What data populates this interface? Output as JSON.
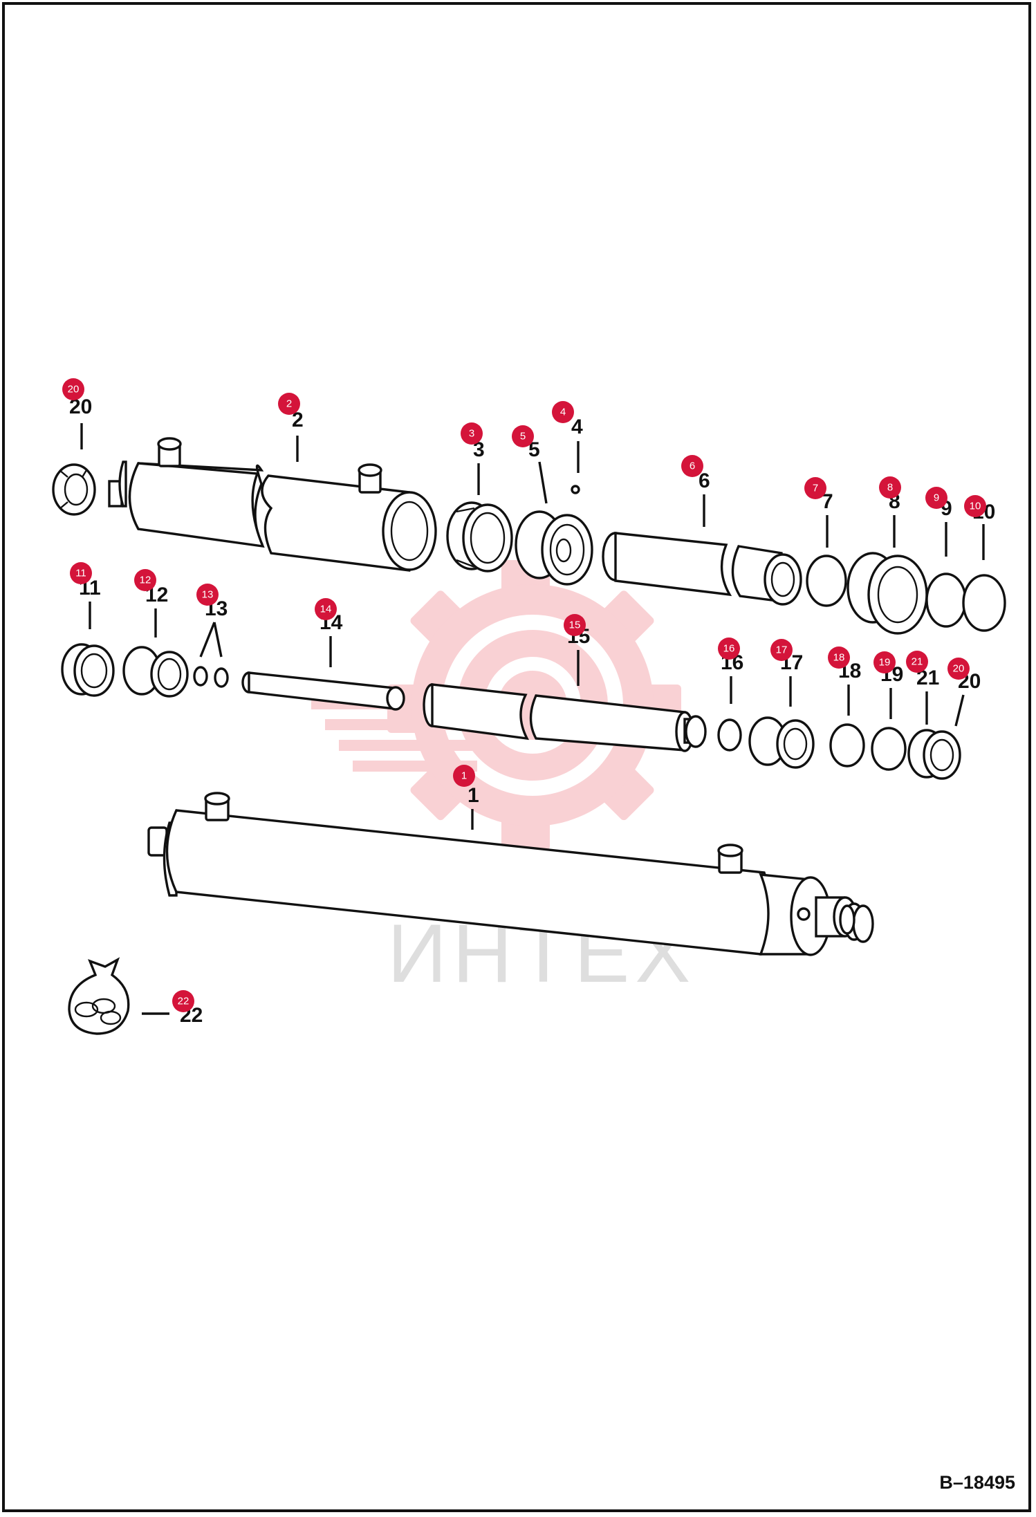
{
  "drawing": {
    "number": "B–18495",
    "watermark_text": "ИНТЕХ",
    "accent_color": "#d4143a"
  },
  "callouts": [
    {
      "id": "c20a",
      "label": "20",
      "badge": "20"
    },
    {
      "id": "c2",
      "label": "2",
      "badge": "2"
    },
    {
      "id": "c3",
      "label": "3",
      "badge": "3"
    },
    {
      "id": "c4",
      "label": "4",
      "badge": "4"
    },
    {
      "id": "c5",
      "label": "5",
      "badge": "5"
    },
    {
      "id": "c6",
      "label": "6",
      "badge": "6"
    },
    {
      "id": "c7",
      "label": "7",
      "badge": "7"
    },
    {
      "id": "c8",
      "label": "8",
      "badge": "8"
    },
    {
      "id": "c9",
      "label": "9",
      "badge": "9"
    },
    {
      "id": "c10",
      "label": "10",
      "badge": "10"
    },
    {
      "id": "c11",
      "label": "11",
      "badge": "11"
    },
    {
      "id": "c12",
      "label": "12",
      "badge": "12"
    },
    {
      "id": "c13",
      "label": "13",
      "badge": "13"
    },
    {
      "id": "c14",
      "label": "14",
      "badge": "14"
    },
    {
      "id": "c15",
      "label": "15",
      "badge": "15"
    },
    {
      "id": "c16",
      "label": "16",
      "badge": "16"
    },
    {
      "id": "c17",
      "label": "17",
      "badge": "17"
    },
    {
      "id": "c18",
      "label": "18",
      "badge": "18"
    },
    {
      "id": "c19",
      "label": "19",
      "badge": "19"
    },
    {
      "id": "c21",
      "label": "21",
      "badge": "21"
    },
    {
      "id": "c20b",
      "label": "20",
      "badge": "20"
    },
    {
      "id": "c1",
      "label": "1",
      "badge": "1"
    },
    {
      "id": "c22",
      "label": "22",
      "badge": "22"
    }
  ]
}
